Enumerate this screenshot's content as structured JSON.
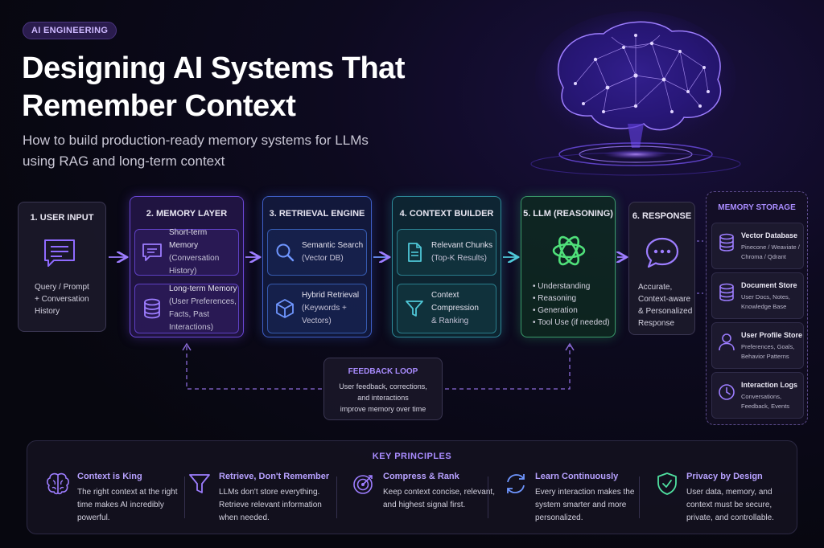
{
  "badge": "AI ENGINEERING",
  "title": "Designing AI Systems That Remember Context",
  "subtitle": "How to build production-ready memory systems for LLMs using RAG and long-term context",
  "pipeline": [
    {
      "title": "1. USER INPUT",
      "body": [
        "Query / Prompt",
        "+ Conversation",
        "History"
      ],
      "icon": "chat-document-icon"
    },
    {
      "title": "2. MEMORY LAYER",
      "items": [
        {
          "label": "Short-term Memory",
          "detail": "(Conversation History)",
          "icon": "chat-bubble-icon"
        },
        {
          "label": "Long-term Memory",
          "detail": "(User Preferences, Facts, Past Interactions)",
          "icon": "database-icon"
        }
      ]
    },
    {
      "title": "3. RETRIEVAL ENGINE",
      "items": [
        {
          "label": "Semantic Search",
          "detail": "(Vector DB)",
          "icon": "search-icon"
        },
        {
          "label": "Hybrid Retrieval",
          "detail": "(Keywords + Vectors)",
          "icon": "cube-icon"
        }
      ]
    },
    {
      "title": "4. CONTEXT BUILDER",
      "items": [
        {
          "label": "Relevant Chunks",
          "detail": "(Top-K Results)",
          "icon": "document-icon"
        },
        {
          "label": "Context Compression",
          "detail": "& Ranking",
          "icon": "funnel-icon"
        }
      ]
    },
    {
      "title": "5. LLM (REASONING)",
      "icon": "openai-logo-icon",
      "bullets": [
        "Understanding",
        "Reasoning",
        "Generation",
        "Tool Use (if needed)"
      ]
    },
    {
      "title": "6. RESPONSE",
      "icon": "speech-bubble-icon",
      "body": [
        "Accurate,",
        "Context-aware",
        "& Personalized",
        "Response"
      ]
    }
  ],
  "storage": {
    "title": "MEMORY STORAGE",
    "items": [
      {
        "label": "Vector Database",
        "detail": "Pinecone / Weaviate / Chroma / Qdrant",
        "icon": "database-icon"
      },
      {
        "label": "Document Store",
        "detail": "User Docs, Notes, Knowledge Base",
        "icon": "database-icon"
      },
      {
        "label": "User Profile Store",
        "detail": "Preferences, Goals, Behavior Patterns",
        "icon": "user-icon"
      },
      {
        "label": "Interaction Logs",
        "detail": "Conversations, Feedback, Events",
        "icon": "clock-icon"
      }
    ]
  },
  "feedback": {
    "title": "FEEDBACK LOOP",
    "body": [
      "User feedback, corrections,",
      "and interactions",
      "improve memory over time"
    ]
  },
  "principles": {
    "title": "KEY PRINCIPLES",
    "items": [
      {
        "label": "Context is King",
        "detail": "The right context at the right time makes AI incredibly powerful.",
        "icon": "brain-icon"
      },
      {
        "label": "Retrieve, Don't Remember",
        "detail": "LLMs don't store everything. Retrieve relevant information when needed.",
        "icon": "funnel-icon"
      },
      {
        "label": "Compress & Rank",
        "detail": "Keep context concise, relevant, and highest signal first.",
        "icon": "target-icon"
      },
      {
        "label": "Learn Continuously",
        "detail": "Every interaction makes the system smarter and more personalized.",
        "icon": "refresh-icon"
      },
      {
        "label": "Privacy by Design",
        "detail": "User data, memory, and context must be secure, private, and controllable.",
        "icon": "shield-check-icon"
      }
    ]
  },
  "colors": {
    "accent": "#a98cff",
    "purple": "#6c48d8",
    "blue": "#3f5fc8",
    "teal": "#2e8a9a",
    "green": "#3a9a6a"
  }
}
